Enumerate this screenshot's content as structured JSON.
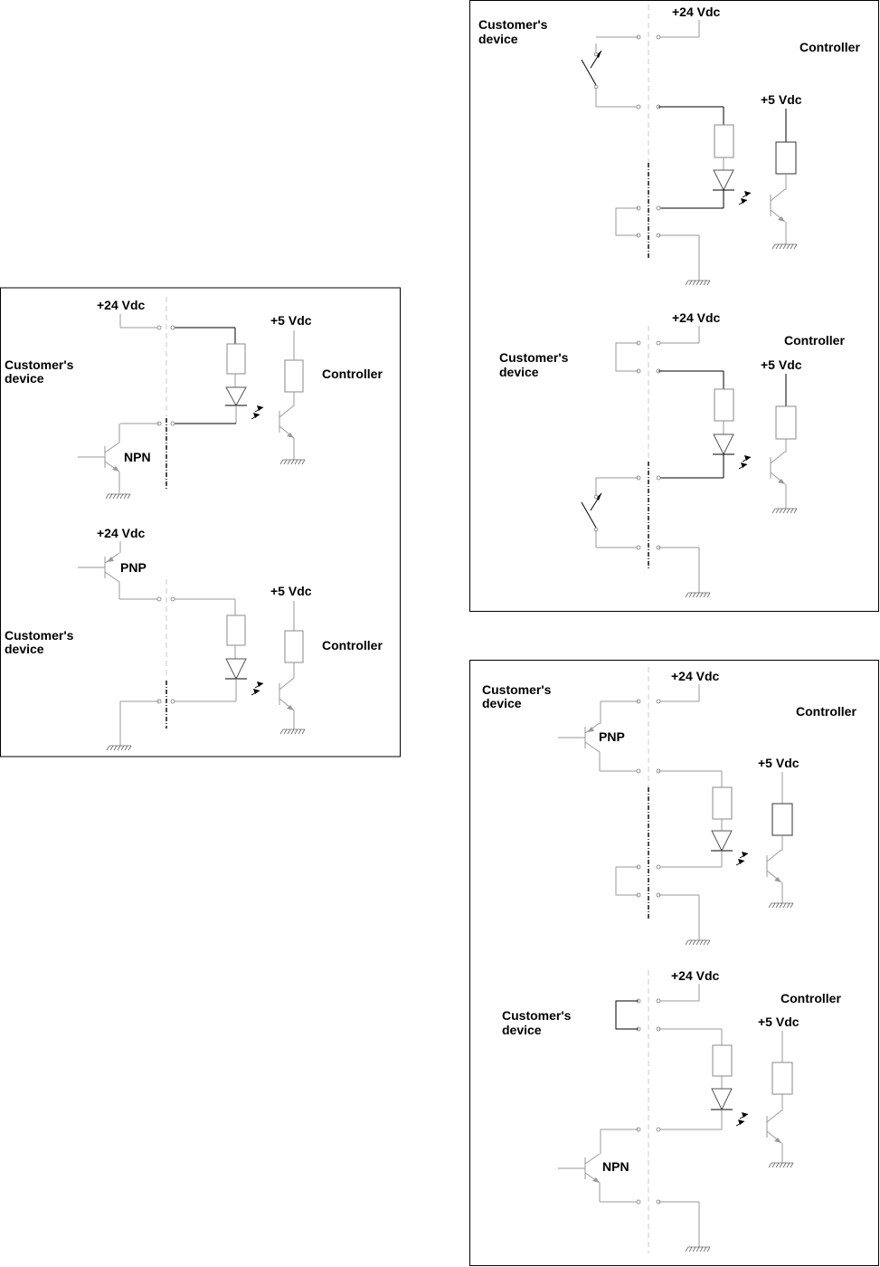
{
  "supply_24": "+24 Vdc",
  "supply_5": "+5 Vdc",
  "controller": "Controller",
  "customer_line1": "Customer's",
  "customer_line2": "device",
  "npn": "NPN",
  "pnp": "PNP"
}
